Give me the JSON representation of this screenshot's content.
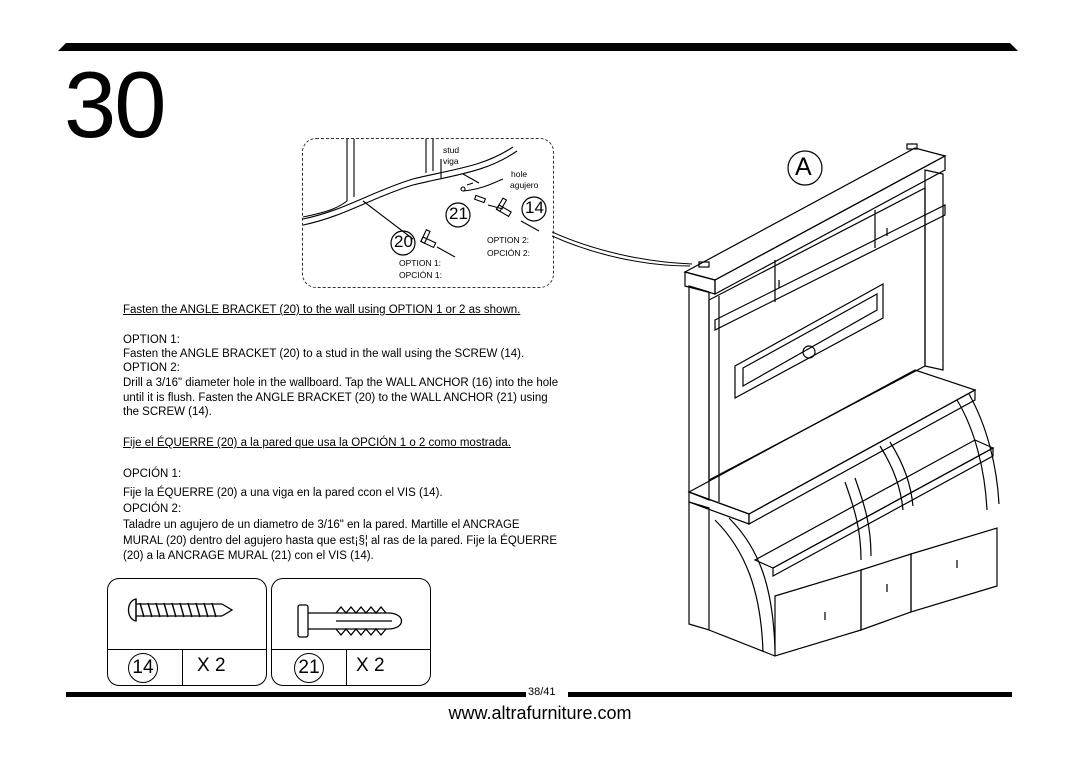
{
  "step": {
    "number": "30"
  },
  "callout": {
    "stud": "stud",
    "viga": "viga",
    "hole": "hole",
    "agujero": "agujero",
    "part_21": "21",
    "part_14": "14",
    "part_20": "20",
    "option2_en": "OPTION 2:",
    "option2_es": "OPCIÓN 2:",
    "option1_en": "OPTION 1:",
    "option1_es": "OPCIÓN 1:"
  },
  "diagram": {
    "label": "A"
  },
  "instructions_en": {
    "heading": "Fasten the ANGLE BRACKET (20) to the wall using OPTION 1 or 2 as shown.",
    "opt1_title": "OPTION 1:",
    "opt1_text": "Fasten the ANGLE BRACKET (20) to a stud in the wall using the SCREW (14).",
    "opt2_title": "OPTION 2:",
    "opt2_line1": "Drill a 3/16\" diameter hole in the wallboard. Tap the WALL ANCHOR (16) into the hole",
    "opt2_line2": "until it is flush. Fasten the ANGLE BRACKET (20) to the WALL ANCHOR (21) using",
    "opt2_line3": "the SCREW (14)."
  },
  "instructions_es": {
    "heading": "Fije el ÉQUERRE (20)  a la pared que usa la OPCIÓN 1 o 2 como mostrada.",
    "opt1_title": "OPCIÓN 1:",
    "opt1_text": "Fije la ÉQUERRE (20) a una viga en la pared ccon el VIS (14).",
    "opt2_title": "OPCIÓN 2:",
    "opt2_line1": "Taladre un agujero de un diametro de 3/16\" en la pared. Martille el ANCRAGE",
    "opt2_line2": "MURAL (20) dentro del agujero hasta que est¡§¦ al ras de la pared. Fije la ÉQUERRE",
    "opt2_line3": "(20) a la ANCRAGE MURAL (21) con el VIS (14)."
  },
  "parts": [
    {
      "id": "14",
      "qty": "X 2",
      "icon": "screw-icon"
    },
    {
      "id": "21",
      "qty": "X 2",
      "icon": "wall-anchor-icon"
    }
  ],
  "footer": {
    "page": "38/41",
    "url": "www.altrafurniture.com"
  }
}
